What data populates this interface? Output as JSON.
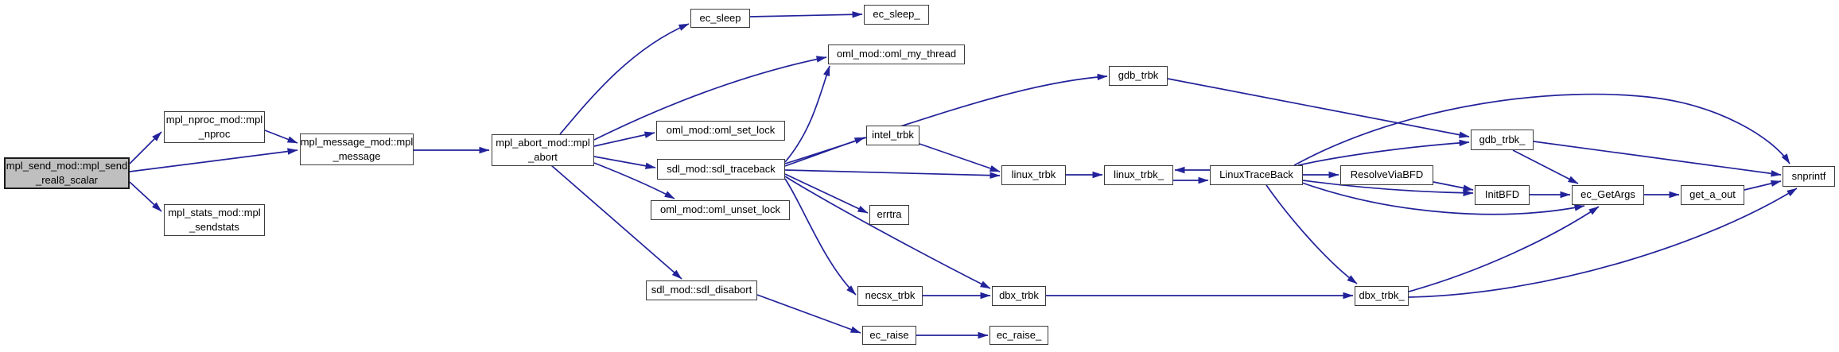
{
  "diagram": {
    "type": "call-graph",
    "colors": {
      "background": "#ffffff",
      "edge": "#22229a",
      "node_border": "#3b3b3b",
      "node_fill": "#ffffff",
      "highlight_node_fill": "#bfbfbf",
      "text": "#000000"
    },
    "nodes": [
      {
        "id": "mpl_send_real8_scalar",
        "label": "mpl_send_mod::mpl_send\n_real8_scalar",
        "highlight": true
      },
      {
        "id": "mpl_nproc",
        "label": "mpl_nproc_mod::mpl\n_nproc"
      },
      {
        "id": "mpl_sendstats",
        "label": "mpl_stats_mod::mpl\n_sendstats"
      },
      {
        "id": "mpl_message",
        "label": "mpl_message_mod::mpl\n_message"
      },
      {
        "id": "mpl_abort",
        "label": "mpl_abort_mod::mpl\n_abort"
      },
      {
        "id": "ec_sleep",
        "label": "ec_sleep"
      },
      {
        "id": "ec_sleep_",
        "label": "ec_sleep_"
      },
      {
        "id": "oml_my_thread",
        "label": "oml_mod::oml_my_thread"
      },
      {
        "id": "gdb_trbk",
        "label": "gdb_trbk"
      },
      {
        "id": "oml_set_lock",
        "label": "oml_mod::oml_set_lock"
      },
      {
        "id": "intel_trbk",
        "label": "intel_trbk"
      },
      {
        "id": "sdl_traceback",
        "label": "sdl_mod::sdl_traceback"
      },
      {
        "id": "oml_unset_lock",
        "label": "oml_mod::oml_unset_lock"
      },
      {
        "id": "errtra",
        "label": "errtra"
      },
      {
        "id": "sdl_disabort",
        "label": "sdl_mod::sdl_disabort"
      },
      {
        "id": "necsx_trbk",
        "label": "necsx_trbk"
      },
      {
        "id": "dbx_trbk",
        "label": "dbx_trbk"
      },
      {
        "id": "ec_raise",
        "label": "ec_raise"
      },
      {
        "id": "ec_raise_",
        "label": "ec_raise_"
      },
      {
        "id": "linux_trbk",
        "label": "linux_trbk"
      },
      {
        "id": "linux_trbk_",
        "label": "linux_trbk_"
      },
      {
        "id": "LinuxTraceBack",
        "label": "LinuxTraceBack"
      },
      {
        "id": "ResolveViaBFD",
        "label": "ResolveViaBFD"
      },
      {
        "id": "InitBFD",
        "label": "InitBFD"
      },
      {
        "id": "ec_GetArgs",
        "label": "ec_GetArgs"
      },
      {
        "id": "get_a_out",
        "label": "get_a_out"
      },
      {
        "id": "snprintf",
        "label": "snprintf"
      },
      {
        "id": "gdb_trbk_",
        "label": "gdb_trbk_"
      },
      {
        "id": "dbx_trbk_",
        "label": "dbx_trbk_"
      }
    ],
    "edges": [
      {
        "from": "mpl_send_real8_scalar",
        "to": "mpl_nproc"
      },
      {
        "from": "mpl_send_real8_scalar",
        "to": "mpl_message"
      },
      {
        "from": "mpl_send_real8_scalar",
        "to": "mpl_sendstats"
      },
      {
        "from": "mpl_nproc",
        "to": "mpl_message"
      },
      {
        "from": "mpl_message",
        "to": "mpl_abort"
      },
      {
        "from": "mpl_abort",
        "to": "ec_sleep"
      },
      {
        "from": "mpl_abort",
        "to": "oml_my_thread"
      },
      {
        "from": "mpl_abort",
        "to": "oml_set_lock"
      },
      {
        "from": "mpl_abort",
        "to": "sdl_traceback"
      },
      {
        "from": "mpl_abort",
        "to": "oml_unset_lock"
      },
      {
        "from": "mpl_abort",
        "to": "sdl_disabort"
      },
      {
        "from": "ec_sleep",
        "to": "ec_sleep_"
      },
      {
        "from": "sdl_traceback",
        "to": "oml_my_thread"
      },
      {
        "from": "sdl_traceback",
        "to": "gdb_trbk"
      },
      {
        "from": "sdl_traceback",
        "to": "intel_trbk"
      },
      {
        "from": "sdl_traceback",
        "to": "linux_trbk"
      },
      {
        "from": "sdl_traceback",
        "to": "errtra"
      },
      {
        "from": "sdl_traceback",
        "to": "dbx_trbk"
      },
      {
        "from": "sdl_traceback",
        "to": "necsx_trbk"
      },
      {
        "from": "sdl_disabort",
        "to": "ec_raise"
      },
      {
        "from": "ec_raise",
        "to": "ec_raise_"
      },
      {
        "from": "intel_trbk",
        "to": "linux_trbk"
      },
      {
        "from": "necsx_trbk",
        "to": "dbx_trbk"
      },
      {
        "from": "dbx_trbk",
        "to": "dbx_trbk_"
      },
      {
        "from": "linux_trbk",
        "to": "linux_trbk_"
      },
      {
        "from": "linux_trbk_",
        "to": "LinuxTraceBack"
      },
      {
        "from": "LinuxTraceBack",
        "to": "linux_trbk_"
      },
      {
        "from": "LinuxTraceBack",
        "to": "ResolveViaBFD"
      },
      {
        "from": "LinuxTraceBack",
        "to": "InitBFD"
      },
      {
        "from": "LinuxTraceBack",
        "to": "gdb_trbk_"
      },
      {
        "from": "LinuxTraceBack",
        "to": "snprintf"
      },
      {
        "from": "LinuxTraceBack",
        "to": "ec_GetArgs"
      },
      {
        "from": "LinuxTraceBack",
        "to": "dbx_trbk_"
      },
      {
        "from": "ResolveViaBFD",
        "to": "InitBFD"
      },
      {
        "from": "InitBFD",
        "to": "ec_GetArgs"
      },
      {
        "from": "ec_GetArgs",
        "to": "get_a_out"
      },
      {
        "from": "get_a_out",
        "to": "snprintf"
      },
      {
        "from": "gdb_trbk",
        "to": "gdb_trbk_"
      },
      {
        "from": "gdb_trbk_",
        "to": "snprintf"
      },
      {
        "from": "gdb_trbk_",
        "to": "ec_GetArgs"
      },
      {
        "from": "dbx_trbk_",
        "to": "ec_GetArgs"
      },
      {
        "from": "dbx_trbk_",
        "to": "snprintf"
      }
    ]
  }
}
